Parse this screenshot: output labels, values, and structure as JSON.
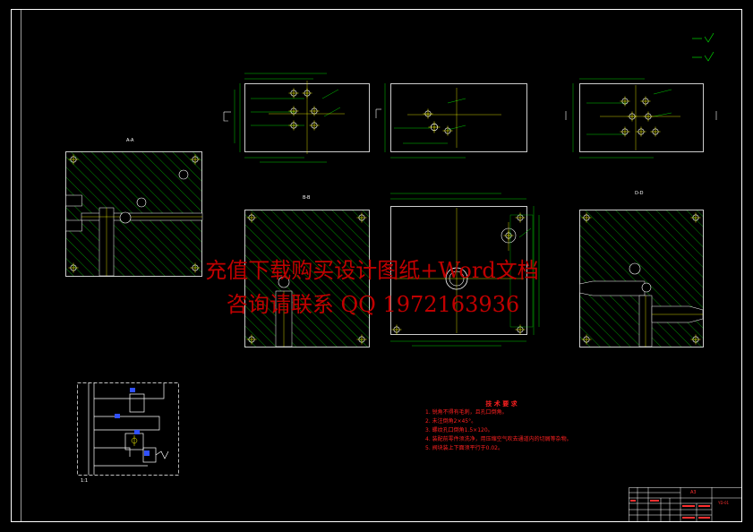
{
  "watermark": {
    "line1": "充值下载购买设计图纸+Word文档",
    "line2": "咨询请联系  QQ 1972163936"
  },
  "tech_requirements": {
    "title": "技 术 要 求",
    "items": [
      "1. 锐角不得有毛刺，且孔口倒角。",
      "2. 未注倒角2×45°。",
      "3. 螺纹孔口倒角1.5×120。",
      "4. 装配前零件须洗净，用压缩空气吹去通道内的切屑等杂物。",
      "5. 阀块装上下面须平行于0.02。"
    ]
  },
  "section_labels": {
    "aa": "A-A",
    "bb": "B-B",
    "dd": "D-D",
    "schematic": "1:1"
  },
  "title_block": {
    "code": "A3",
    "drawing_no": "YD-01"
  },
  "colors": {
    "frame": "#ffffff",
    "hatch": "#00c800",
    "line": "#ffffff",
    "center": "#ffff00",
    "dim": "#00ff00",
    "schematic_blue": "#3050ff",
    "text_red": "#ff2020",
    "watermark": "#c00000"
  }
}
